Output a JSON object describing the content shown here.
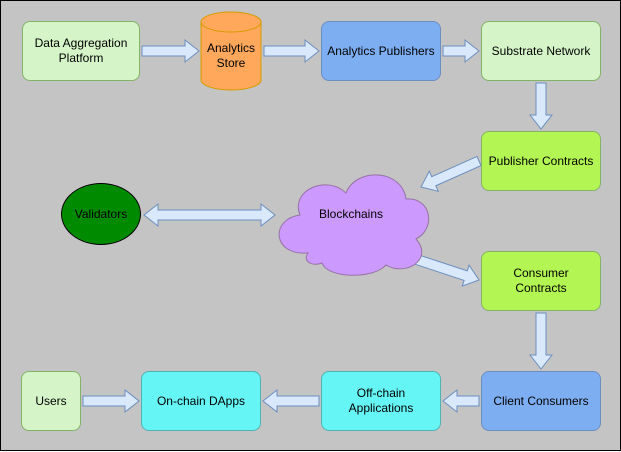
{
  "nodes": {
    "data_aggregation": {
      "label": "Data Aggregation Platform",
      "fill": "#d5f5c8",
      "stroke": "#82b366"
    },
    "analytics_store": {
      "label": "Analytics Store",
      "fill": "#ffa85c",
      "stroke": "#d79b00"
    },
    "analytics_publishers": {
      "label": "Analytics Publishers",
      "fill": "#7eaef2",
      "stroke": "#6c8ebf"
    },
    "substrate_network": {
      "label": "Substrate Network",
      "fill": "#d5f5c8",
      "stroke": "#82b366"
    },
    "publisher_contracts": {
      "label": "Publisher Contracts",
      "fill": "#b3f552",
      "stroke": "#82b366"
    },
    "validators": {
      "label": "Validators",
      "fill": "#008a00",
      "stroke": "#000000"
    },
    "blockchains": {
      "label": "Blockchains",
      "fill": "#cc99ff",
      "stroke": "#9673a6"
    },
    "consumer_contracts": {
      "label": "Consumer Contracts",
      "fill": "#b3f552",
      "stroke": "#82b366"
    },
    "client_consumers": {
      "label": "Client Consumers",
      "fill": "#7eaef2",
      "stroke": "#6c8ebf"
    },
    "offchain_apps": {
      "label": "Off-chain Applications",
      "fill": "#66f5f5",
      "stroke": "#4fb3b3"
    },
    "onchain_dapps": {
      "label": "On-chain DApps",
      "fill": "#66f5f5",
      "stroke": "#4fb3b3"
    },
    "users": {
      "label": "Users",
      "fill": "#d5f5c8",
      "stroke": "#82b366"
    }
  },
  "arrow_style": {
    "fill": "#dae8fc",
    "stroke": "#6c8ebf"
  },
  "edges": [
    {
      "from": "Data Aggregation Platform",
      "to": "Analytics Store"
    },
    {
      "from": "Analytics Store",
      "to": "Analytics Publishers"
    },
    {
      "from": "Analytics Publishers",
      "to": "Substrate Network"
    },
    {
      "from": "Substrate Network",
      "to": "Publisher Contracts"
    },
    {
      "from": "Publisher Contracts",
      "to": "Blockchains"
    },
    {
      "from": "Validators",
      "to": "Blockchains",
      "bidirectional": true
    },
    {
      "from": "Blockchains",
      "to": "Consumer Contracts"
    },
    {
      "from": "Consumer Contracts",
      "to": "Client Consumers"
    },
    {
      "from": "Client Consumers",
      "to": "Off-chain Applications"
    },
    {
      "from": "Off-chain Applications",
      "to": "On-chain DApps"
    },
    {
      "from": "Users",
      "to": "On-chain DApps"
    }
  ]
}
